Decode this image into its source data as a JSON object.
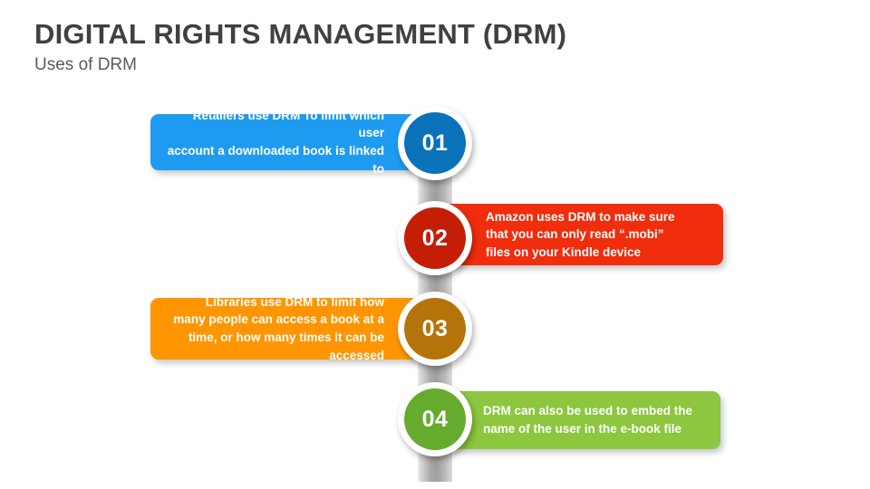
{
  "header": {
    "title": "DIGITAL RIGHTS MANAGEMENT (DRM)",
    "subtitle": "Uses of DRM"
  },
  "colors": {
    "background": "#ffffff",
    "title_text": "#404040",
    "subtitle_text": "#5a5a5a",
    "spine_gray": "#a8a8a8",
    "step_1_box": "#1e9bf0",
    "step_1_circle": "#0a72b9",
    "step_2_box": "#f02d0c",
    "step_2_circle": "#c41e06",
    "step_3_box": "#ff9500",
    "step_3_circle": "#b5740a",
    "step_4_box": "#8dc63f",
    "step_4_circle": "#66ab2e"
  },
  "steps": [
    {
      "number": "01",
      "side": "left",
      "text": "Retailers use DRM To limit which user\naccount a downloaded book is linked to",
      "box_color": "#1e9bf0",
      "circle_color": "#0a72b9"
    },
    {
      "number": "02",
      "side": "right",
      "text": "Amazon uses DRM to make sure\nthat you can only read “.mobi”\nfiles on your Kindle device",
      "box_color": "#f02d0c",
      "circle_color": "#c41e06"
    },
    {
      "number": "03",
      "side": "left",
      "text": "Libraries use DRM to limit how\nmany people can access a book at a\ntime, or how many times it can be accessed",
      "box_color": "#ff9500",
      "circle_color": "#b5740a"
    },
    {
      "number": "04",
      "side": "right",
      "text": "DRM can also be used to embed the\nname of the user in the e-book file",
      "box_color": "#8dc63f",
      "circle_color": "#66ab2e"
    }
  ]
}
